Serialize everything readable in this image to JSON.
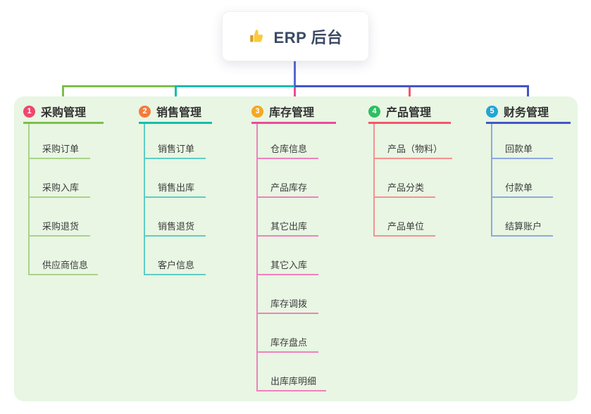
{
  "root": {
    "title": "ERP 后台",
    "icon": "thumbs-up-icon",
    "icon_colors": {
      "hand": "#fbca3c",
      "cuff": "#d99e2b"
    }
  },
  "connectors": {
    "root_line_color": "#5868d6"
  },
  "panel_color": "#e8f6e3",
  "branches": [
    {
      "badge": "1",
      "label": "采购管理",
      "badge_color": "#f0466e",
      "line_color": "#7dbf4b",
      "child_line_color": "#aad389",
      "children": [
        "采购订单",
        "采购入库",
        "采购退货",
        "供应商信息"
      ]
    },
    {
      "badge": "2",
      "label": "销售管理",
      "badge_color": "#f57b3b",
      "line_color": "#17bcae",
      "child_line_color": "#5fccc4",
      "children": [
        "销售订单",
        "销售出库",
        "销售退货",
        "客户信息"
      ]
    },
    {
      "badge": "3",
      "label": "库存管理",
      "badge_color": "#f6a723",
      "line_color": "#ea4b9c",
      "child_line_color": "#f180bd",
      "children": [
        "仓库信息",
        "产品库存",
        "其它出库",
        "其它入库",
        "库存调拨",
        "库存盘点",
        "出库库明细"
      ]
    },
    {
      "badge": "4",
      "label": "产品管理",
      "badge_color": "#2ebe62",
      "line_color": "#f4566c",
      "child_line_color": "#f7918f",
      "children": [
        "产品（物料）",
        "产品分类",
        "产品单位"
      ]
    },
    {
      "badge": "5",
      "label": "财务管理",
      "badge_color": "#22a5d4",
      "line_color": "#4356c8",
      "child_line_color": "#8fa6e4",
      "children": [
        "回款单",
        "付款单",
        "结算账户"
      ]
    }
  ]
}
